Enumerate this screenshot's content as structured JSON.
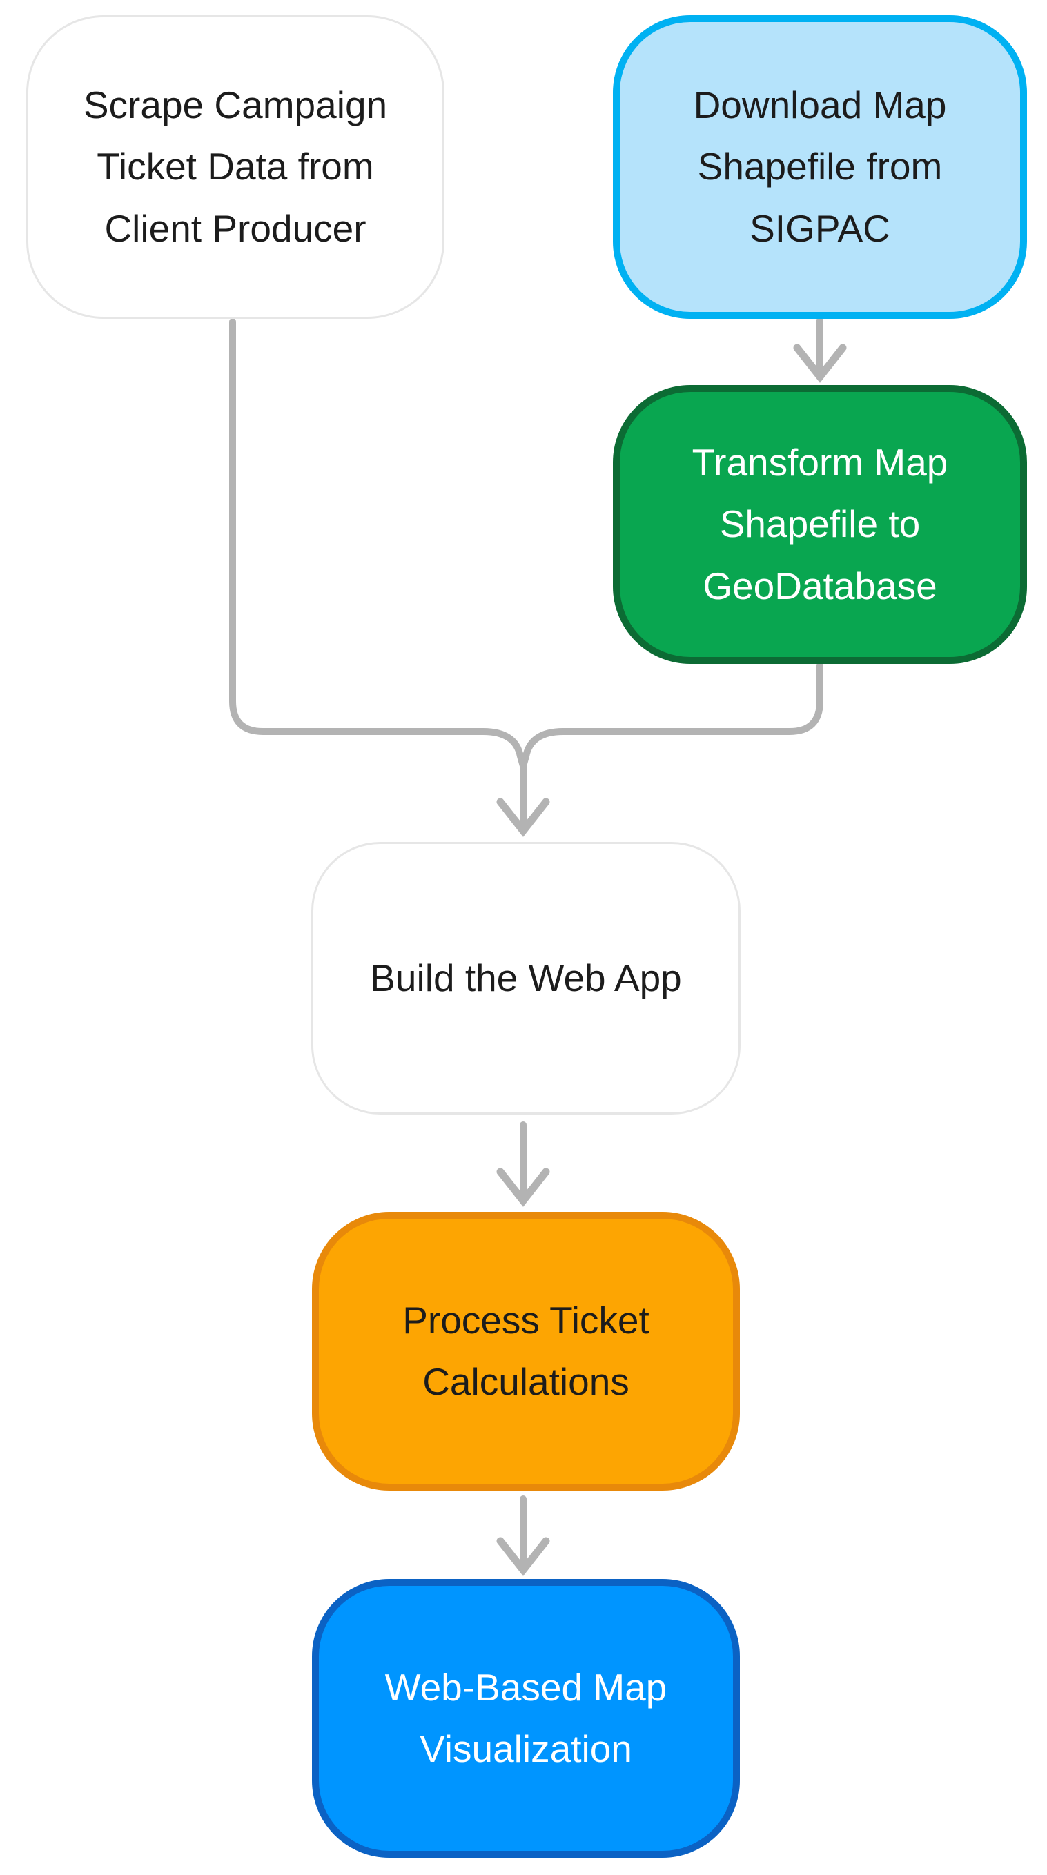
{
  "diagram": {
    "type": "flowchart",
    "direction": "top-down",
    "colors": {
      "background": "#ffffff",
      "connector_gray": "#b3b3b3",
      "white_node_border": "#e6e6e6",
      "light_blue_fill": "#b5e3fb",
      "light_blue_border": "#00b1f2",
      "green_fill": "#09a650",
      "green_border": "#0c6b34",
      "orange_fill": "#fda502",
      "orange_border": "#e8890a",
      "azure_fill": "#0095ff",
      "azure_border": "#0b62c4",
      "dark_text": "#1c1c1c",
      "light_text": "#ffffff"
    },
    "nodes": [
      {
        "id": "scrape",
        "label": "Scrape Campaign\nTicket Data from\nClient Producer",
        "fill": "#ffffff",
        "border": "#e6e6e6",
        "text_color": "#1c1c1c"
      },
      {
        "id": "download",
        "label": "Download Map\nShapefile from\nSIGPAC",
        "fill": "#b5e3fb",
        "border": "#00b1f2",
        "text_color": "#1c1c1c"
      },
      {
        "id": "transform",
        "label": "Transform Map\nShapefile to\nGeoDatabase",
        "fill": "#09a650",
        "border": "#0c6b34",
        "text_color": "#ffffff"
      },
      {
        "id": "build",
        "label": "Build the Web App",
        "fill": "#ffffff",
        "border": "#e6e6e6",
        "text_color": "#1c1c1c"
      },
      {
        "id": "process",
        "label": "Process Ticket\nCalculations",
        "fill": "#fda502",
        "border": "#e8890a",
        "text_color": "#1c1c1c"
      },
      {
        "id": "webmap",
        "label": "Web-Based Map\nVisualization",
        "fill": "#0095ff",
        "border": "#0b62c4",
        "text_color": "#ffffff"
      }
    ],
    "edges": [
      {
        "from": [
          "download"
        ],
        "to": "transform",
        "style": "arrow"
      },
      {
        "from": [
          "scrape",
          "transform"
        ],
        "to": "build",
        "style": "merge-arrow"
      },
      {
        "from": [
          "build"
        ],
        "to": "process",
        "style": "arrow"
      },
      {
        "from": [
          "process"
        ],
        "to": "webmap",
        "style": "arrow"
      }
    ]
  }
}
